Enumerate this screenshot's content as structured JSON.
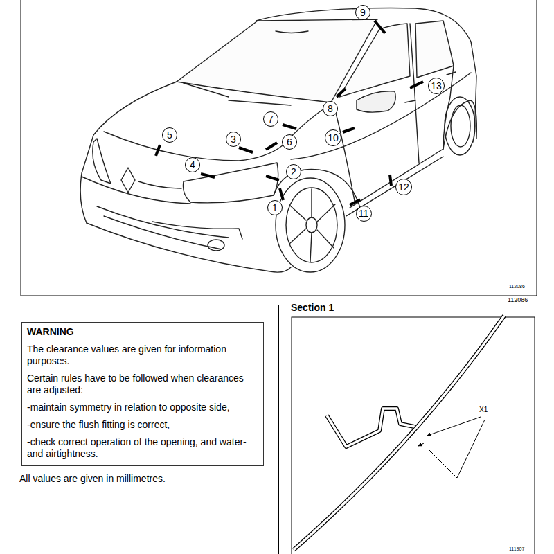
{
  "diagram": {
    "nodes": [
      {
        "text": [
          "1"
        ]
      },
      {
        "text": [
          "2"
        ]
      },
      {
        "text": [
          "3"
        ]
      },
      {
        "text": [
          "4"
        ]
      },
      {
        "text": [
          "5"
        ]
      },
      {
        "text": [
          "6"
        ]
      },
      {
        "text": [
          "7"
        ]
      },
      {
        "text": [
          "8"
        ]
      },
      {
        "text": [
          "9"
        ]
      },
      {
        "text": [
          "10"
        ]
      },
      {
        "text": [
          "11"
        ]
      },
      {
        "text": [
          "12"
        ]
      },
      {
        "text": [
          "13"
        ]
      },
      {
        "text": [
          "WARNING",
          "The clearance values are given for information purposes.",
          "Certain rules have to be followed when clearances are adjusted:",
          "-maintain symmetry in relation to opposite side,",
          "-ensure the flush fitting is correct,",
          "-check correct operation of the opening, and water- and airtightness."
        ]
      }
    ],
    "labels": [
      "112086",
      "112086",
      "Section 1",
      "X1",
      "111907",
      "All values are given in millimetres."
    ]
  }
}
